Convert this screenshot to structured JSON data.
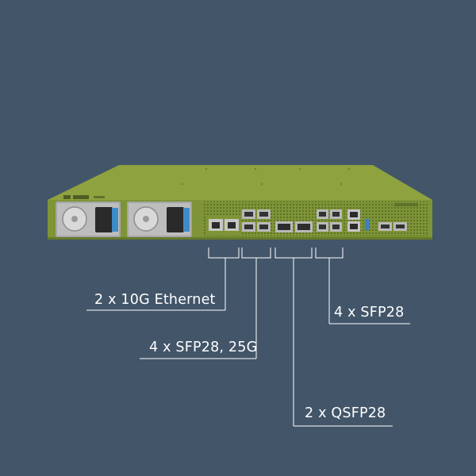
{
  "callouts": {
    "ethernet": "2 x 10G Ethernet",
    "sfp28_25g": "4 x SFP28, 25G",
    "qsfp28": "2 x QSFP28",
    "sfp28": "4 x SFP28"
  },
  "colors": {
    "background": "#425569",
    "chassis": "#7e9437",
    "chassis_top": "#8ea23f",
    "callout_text": "#ffffff",
    "callout_line": "#ffffff"
  },
  "icons": {
    "psu_fan": "fan-icon",
    "power_inlet": "power-inlet-icon",
    "rj45": "rj45-port-icon",
    "sfp": "sfp-cage-icon",
    "qsfp": "qsfp-cage-icon",
    "usb": "usb-port-icon"
  }
}
